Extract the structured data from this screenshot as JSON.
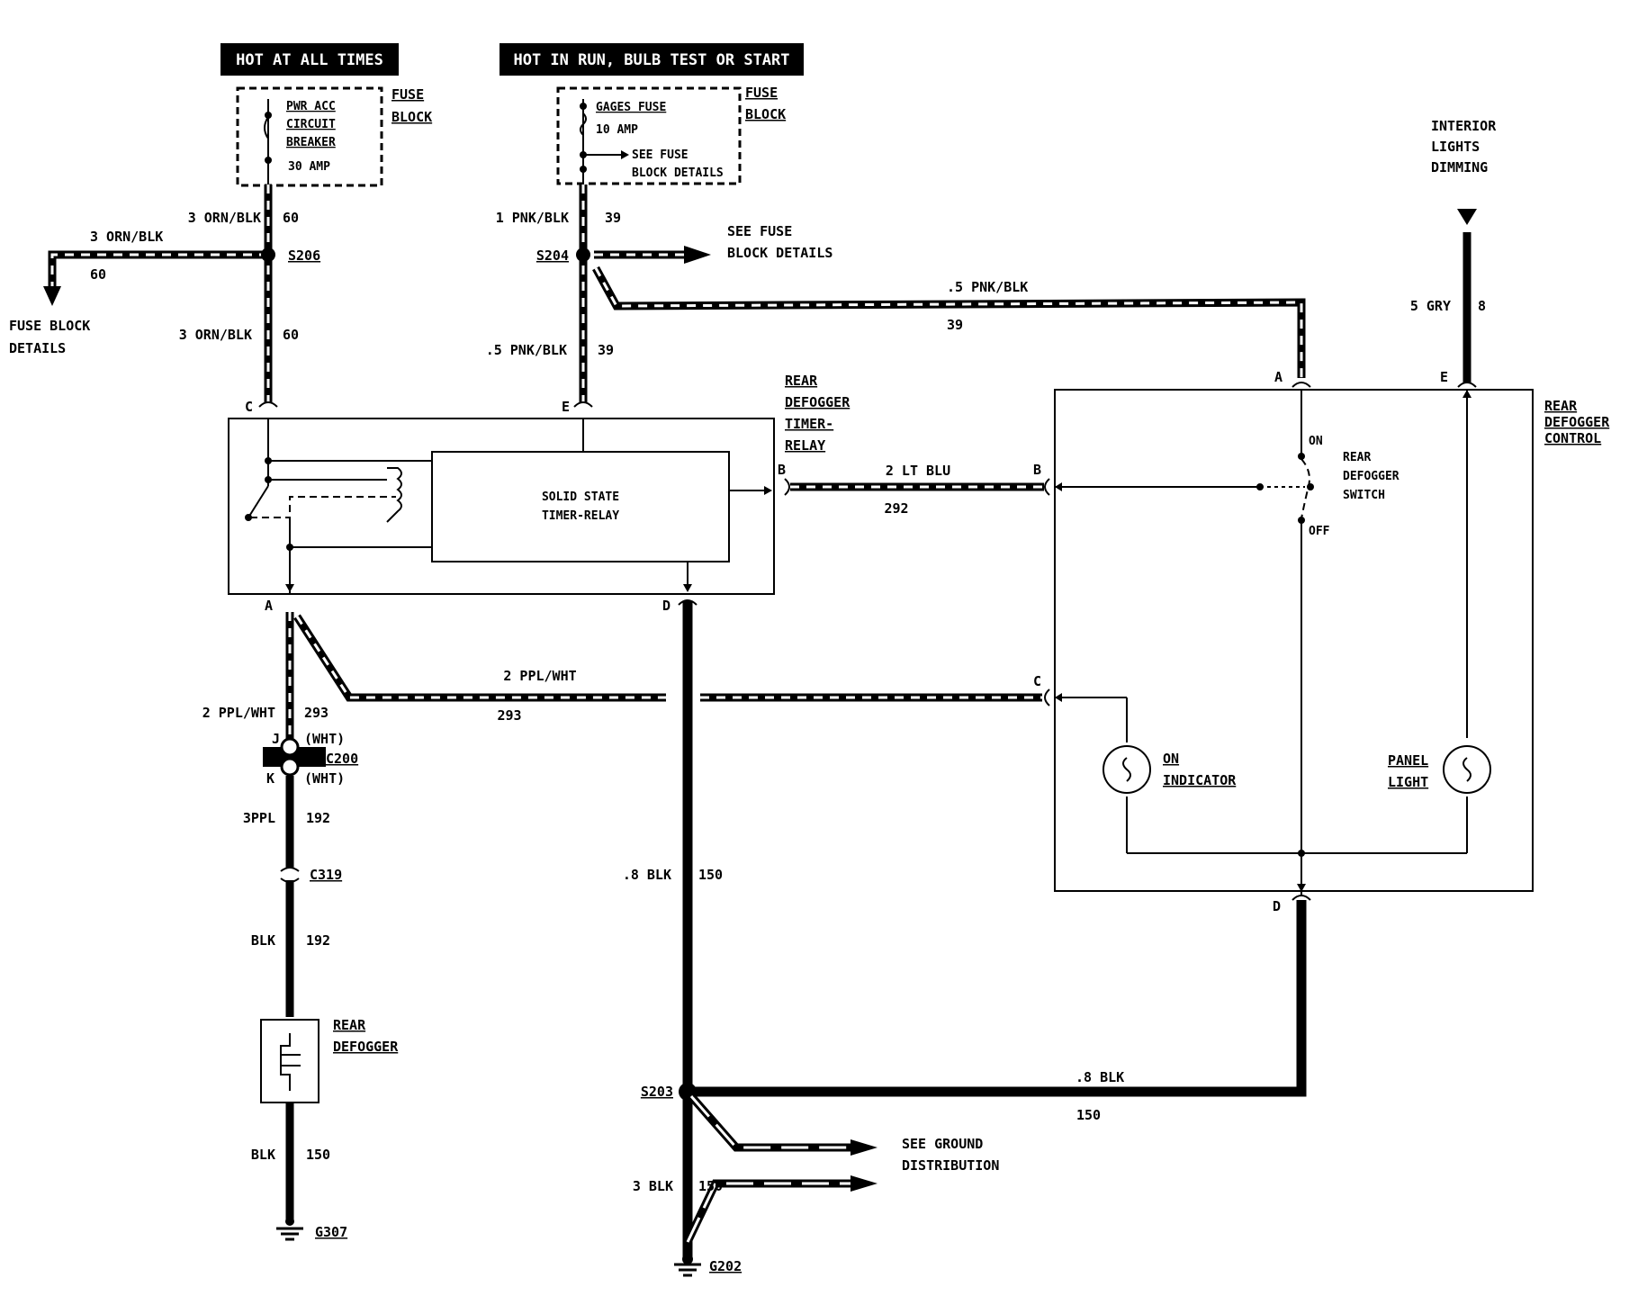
{
  "headers": {
    "hot_all_times": "HOT AT ALL TIMES",
    "hot_in_run": "HOT IN RUN,   BULB TEST OR START"
  },
  "fuse_block_1": {
    "title_line1": "FUSE",
    "title_line2": "BLOCK",
    "device_line1": "PWR ACC",
    "device_line2": "CIRCUIT",
    "device_line3": "BREAKER",
    "rating": "30 AMP"
  },
  "fuse_block_2": {
    "title_line1": "FUSE",
    "title_line2": "BLOCK",
    "device": "GAGES FUSE",
    "rating": "10 AMP",
    "note_line1": "SEE FUSE",
    "note_line2": "BLOCK DETAILS"
  },
  "interior_lights": {
    "line1": "INTERIOR",
    "line2": "LIGHTS",
    "line3": "DIMMING"
  },
  "wires": {
    "w60_top": {
      "gauge": "3 ORN/BLK",
      "circuit": "60"
    },
    "w60_left": {
      "gauge": "3 ORN/BLK",
      "circuit": "60"
    },
    "w60_bottom": {
      "gauge": "3 ORN/BLK",
      "circuit": "60"
    },
    "w39_top": {
      "gauge": "1 PNK/BLK",
      "circuit": "39"
    },
    "w39_bottom": {
      "gauge": ".5 PNK/BLK",
      "circuit": "39"
    },
    "w39_switch": {
      "gauge": ".5 PNK/BLK",
      "circuit": "39"
    },
    "w8": {
      "gauge": "5 GRY",
      "circuit": "8"
    },
    "w292": {
      "gauge": "2 LT BLU",
      "circuit": "292"
    },
    "w293_horiz": {
      "gauge": "2 PPL/WHT",
      "circuit": "293"
    },
    "w293_vert": {
      "gauge": "2 PPL/WHT",
      "circuit": "293"
    },
    "w192_a": {
      "gauge": "3PPL",
      "circuit": "192"
    },
    "w192_b": {
      "gauge": "BLK",
      "circuit": "192"
    },
    "w150_left": {
      "gauge": "BLK",
      "circuit": "150"
    },
    "w150_mid": {
      "gauge": ".8 BLK",
      "circuit": "150"
    },
    "w150_right": {
      "gauge": ".8 BLK",
      "circuit": "150"
    },
    "w150_ground": {
      "gauge": "3 BLK",
      "circuit": "150"
    }
  },
  "splices": {
    "s206": "S206",
    "s204": "S204",
    "s203": "S203"
  },
  "connectors": {
    "c200": "C200",
    "c200_j": "J",
    "c200_k": "K",
    "c200_j_color": "(WHT)",
    "c200_k_color": "(WHT)",
    "c319": "C319"
  },
  "grounds": {
    "g307": "G307",
    "g202": "G202"
  },
  "fuse_block_details_left": {
    "line1": "FUSE BLOCK",
    "line2": "DETAILS"
  },
  "see_fuse_block_details": {
    "line1": "SEE FUSE",
    "line2": "BLOCK DETAILS"
  },
  "see_ground_distribution": {
    "line1": "SEE GROUND",
    "line2": "DISTRIBUTION"
  },
  "timer_relay": {
    "label_line1": "REAR",
    "label_line2": "DEFOGGER",
    "label_line3": "TIMER-",
    "label_line4": "RELAY",
    "inner_line1": "SOLID STATE",
    "inner_line2": "TIMER-RELAY",
    "pin_c": "C",
    "pin_e": "E",
    "pin_b": "B",
    "pin_a": "A",
    "pin_d": "D"
  },
  "control": {
    "label_line1": "REAR",
    "label_line2": "DEFOGGER",
    "label_line3": "CONTROL",
    "switch_line1": "REAR",
    "switch_line2": "DEFOGGER",
    "switch_line3": "SWITCH",
    "on": "ON",
    "off": "OFF",
    "on_indicator_line1": "ON",
    "on_indicator_line2": "INDICATOR",
    "panel_light_line1": "PANEL",
    "panel_light_line2": "LIGHT",
    "pin_a": "A",
    "pin_e": "E",
    "pin_b": "B",
    "pin_c": "C",
    "pin_d": "D"
  },
  "defogger": {
    "line1": "REAR",
    "line2": "DEFOGGER"
  }
}
